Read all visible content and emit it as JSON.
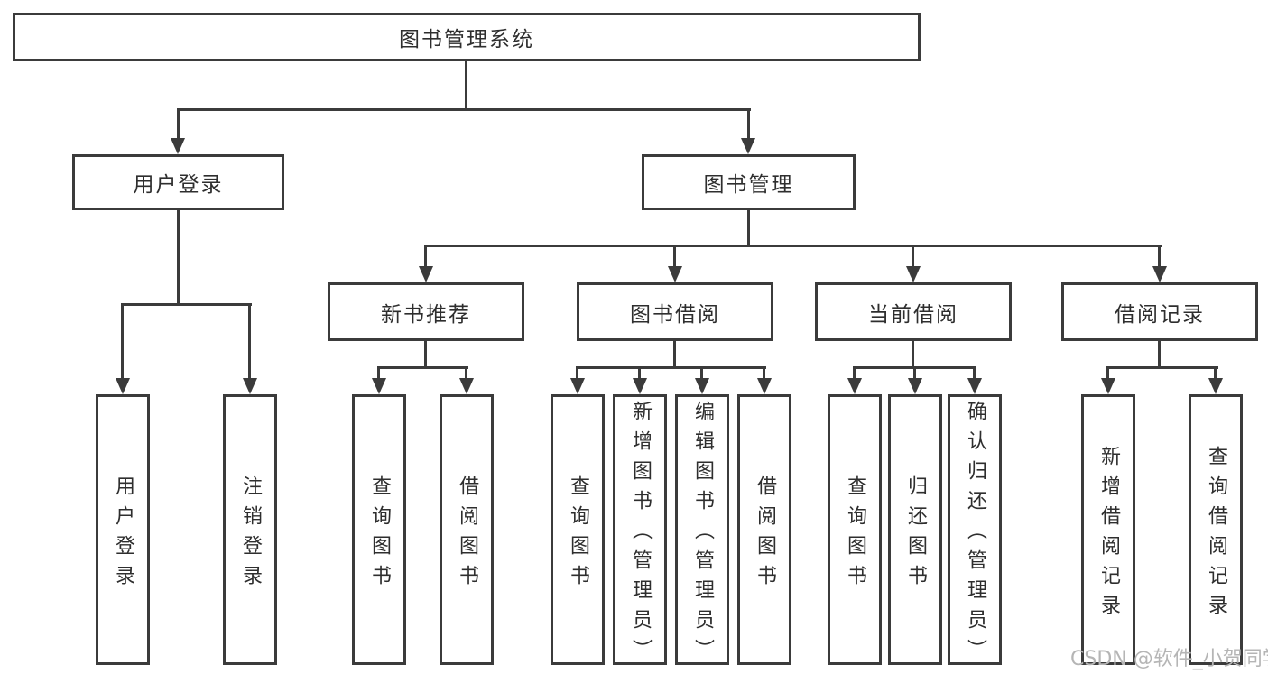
{
  "tree": {
    "root": "图书管理系统",
    "children": [
      {
        "label": "用户登录",
        "children": [
          "用户登录",
          "注销登录"
        ]
      },
      {
        "label": "图书管理",
        "children": [
          {
            "label": "新书推荐",
            "children": [
              "查询图书",
              "借阅图书"
            ]
          },
          {
            "label": "图书借阅",
            "children": [
              "查询图书",
              "新增图书（管理员）",
              "编辑图书（管理员）",
              "借阅图书"
            ]
          },
          {
            "label": "当前借阅",
            "children": [
              "查询图书",
              "归还图书",
              "确认归还（管理员）"
            ]
          },
          {
            "label": "借阅记录",
            "children": [
              "新增借阅记录",
              "查询借阅记录"
            ]
          }
        ]
      }
    ]
  },
  "watermark": {
    "text": "CSDN @软件_小贺同学"
  },
  "colors": {
    "line": "#3b3b3b",
    "text": "#2e2e2e",
    "watermark": "#b5b5b5",
    "background": "#ffffff"
  }
}
